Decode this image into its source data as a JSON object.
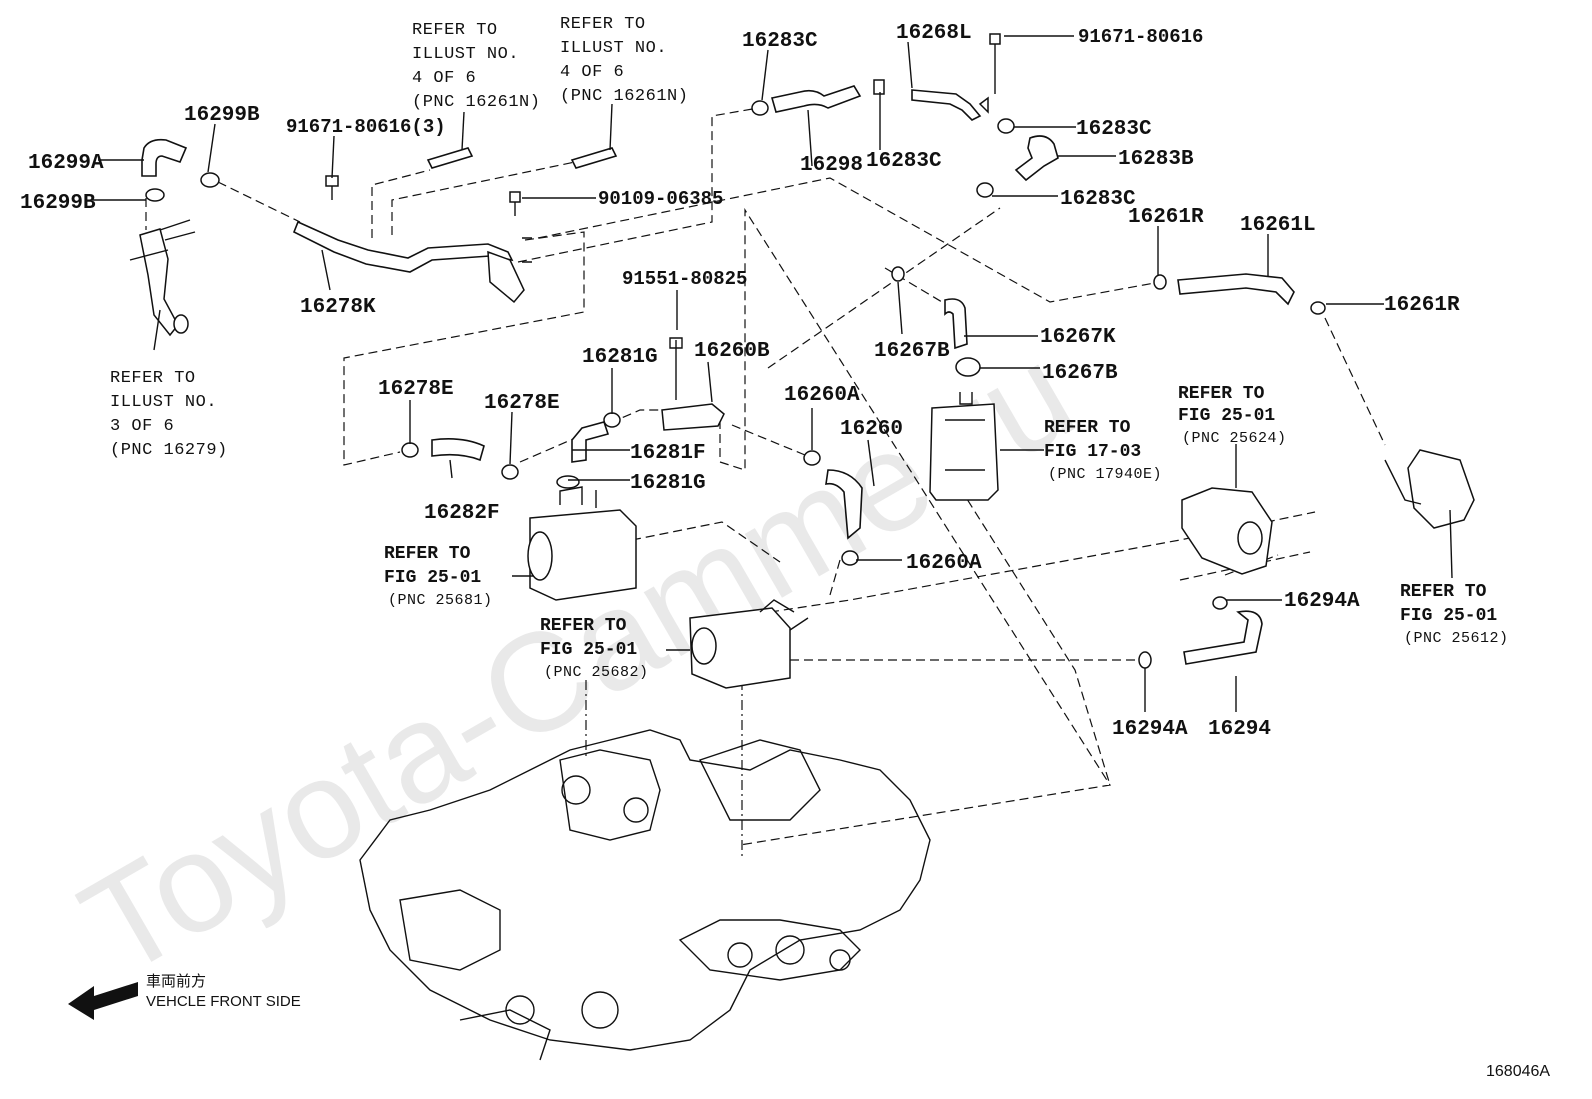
{
  "watermark": "Toyota-Camme.ru",
  "diagram_id": "168046A",
  "vehicle_front": {
    "jp": "車両前方",
    "en": "VEHCLE FRONT SIDE"
  },
  "part_labels": {
    "p16299A": "16299A",
    "p16299B_top": "16299B",
    "p16299B_left": "16299B",
    "p91671_3": "91671-80616(3)",
    "p16278K": "16278K",
    "p90109": "90109-06385",
    "p16283C_top": "16283C",
    "p16298": "16298",
    "p16283C_mid": "16283C",
    "p16268L": "16268L",
    "p91671_r": "91671-80616",
    "p16283C_r1": "16283C",
    "p16283B": "16283B",
    "p16283C_r2": "16283C",
    "p16261R_top": "16261R",
    "p16261L": "16261L",
    "p16261R_r": "16261R",
    "p91551": "91551-80825",
    "p16281G_top": "16281G",
    "p16260B": "16260B",
    "p16281F": "16281F",
    "p16281G_bot": "16281G",
    "p16278E_l": "16278E",
    "p16278E_r": "16278E",
    "p16282F": "16282F",
    "p16267B_l": "16267B",
    "p16267K": "16267K",
    "p16267B_r": "16267B",
    "p16260A_top": "16260A",
    "p16260": "16260",
    "p16260A_bot": "16260A",
    "p16294A_r": "16294A",
    "p16294A_b": "16294A",
    "p16294": "16294"
  },
  "refs": {
    "illust4a": {
      "l1": "REFER TO",
      "l2": "ILLUST NO.",
      "l3": "4 OF 6",
      "l4": "(PNC 16261N)"
    },
    "illust4b": {
      "l1": "REFER TO",
      "l2": "ILLUST NO.",
      "l3": "4 OF 6",
      "l4": "(PNC 16261N)"
    },
    "illust3": {
      "l1": "REFER TO",
      "l2": "ILLUST NO.",
      "l3": "3 OF 6",
      "l4": "(PNC 16279)"
    },
    "fig1703": {
      "l1": "REFER TO",
      "l2": "FIG 17-03",
      "l3": "(PNC 17940E)"
    },
    "fig25624": {
      "l1": "REFER TO",
      "l2": "FIG 25-01",
      "l3": "(PNC 25624)"
    },
    "fig25681": {
      "l1": "REFER TO",
      "l2": "FIG 25-01",
      "l3": "(PNC 25681)"
    },
    "fig25682": {
      "l1": "REFER TO",
      "l2": "FIG 25-01",
      "l3": "(PNC 25682)"
    },
    "fig25612": {
      "l1": "REFER TO",
      "l2": "FIG 25-01",
      "l3": "(PNC 25612)"
    }
  }
}
